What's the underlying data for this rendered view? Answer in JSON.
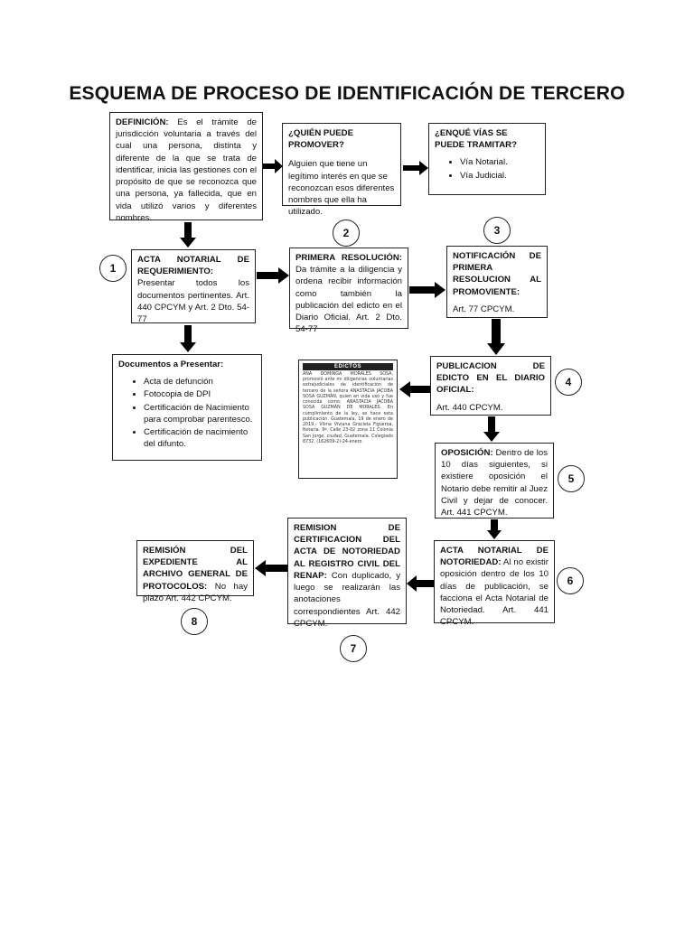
{
  "title": "ESQUEMA DE PROCESO DE IDENTIFICACIÓN DE TERCERO",
  "definicion": {
    "label": "DEFINICIÓN:",
    "text": "Es el trámite de jurisdicción voluntaria a través del cual una persona, distinta y diferente de la que se trata de identificar, inicia las gestiones con el propósito de que se reconozca que una persona, ya fallecida, que en vida utilizó varios y diferentes nombres."
  },
  "quien": {
    "label": "¿QUIÉN PUEDE PROMOVER?",
    "text": "Alguien que tiene un legítimo interés en que se reconozcan esos diferentes nombres que ella ha utilizado."
  },
  "vias": {
    "label": "¿ENQUÉ VÍAS SE PUEDE TRAMITAR?",
    "items": [
      "Vía Notarial.",
      "Vía Judicial."
    ]
  },
  "acta_requerimiento": {
    "label": "ACTA NOTARIAL DE REQUERIMIENTO:",
    "text": "Presentar todos los documentos pertinentes. Art. 440 CPCYM y Art. 2 Dto. 54-77"
  },
  "primera_resolucion": {
    "label": "PRIMERA RESOLUCIÓN:",
    "text": "Da trámite a la diligencia y ordena recibir información como también la publicación del edicto en el Diario Oficial. Art. 2 Dto. 54-77"
  },
  "notificacion": {
    "label": "NOTIFICACIÓN DE PRIMERA RESOLUCION AL PROMOVIENTE:",
    "text": "Art. 77 CPCYM."
  },
  "documentos": {
    "label": "Documentos a Presentar:",
    "items": [
      "Acta de defunción",
      "Fotocopia de DPI",
      "Certificación de Nacimiento para comprobar parentesco.",
      "Certificación de nacimiento del difunto."
    ]
  },
  "edicto": {
    "header": "EDICTOS",
    "text": "ANA DOMINGA MORALES SOSA, promovió ante mi diligencias voluntarias extrajudiciales de identificación de tercero de la señora ANASTACIA JACOBA SOSA GUZMÁN, quien en vida usó y fue conocida como: ANASTACIA JACOBA SOSA GUZMÁN DE MORALES. En cumplimiento de la ley, se hace esta publicación. Guatemala, 19 de enero de 2019.- Vilma Viviana Graciela Figueroa, Notaria. 9ª. Calle 23-02 zona 11 Colonia San Jorge, ciudad, Guatemala. Colegiado 8732. (162609-2)-24-enero"
  },
  "publicacion": {
    "label": "PUBLICACION DE EDICTO EN EL DIARIO OFICIAL:",
    "text": "Art. 440 CPCYM."
  },
  "oposicion": {
    "label": "OPOSICIÓN:",
    "text": "Dentro de los 10 días siguientes, si existiere oposición el Notario debe remitir al Juez Civil y dejar de conocer. Art. 441 CPCYM."
  },
  "acta_notoriedad": {
    "label": "ACTA NOTARIAL DE NOTORIEDAD:",
    "text": "Al no existir oposición dentro de los 10 días de publicación, se facciona el Acta Notarial de Notoriedad. Art. 441 CPCYM."
  },
  "remision_certificacion": {
    "label": "REMISION DE CERTIFICACION DEL ACTA DE NOTORIEDAD AL REGISTRO CIVIL DEL RENAP:",
    "text": "Con duplicado, y luego se realizarán las anotaciones correspondientes Art. 442 CPCYM."
  },
  "remision_expediente": {
    "label": "REMISIÓN DEL EXPEDIENTE AL ARCHIVO GENERAL DE PROTOCOLOS:",
    "text": "No hay plazo Art. 442 CPCYM."
  },
  "steps": [
    "1",
    "2",
    "3",
    "4",
    "5",
    "6",
    "7",
    "8"
  ],
  "colors": {
    "line": "#222222",
    "arrow": "#000000"
  }
}
